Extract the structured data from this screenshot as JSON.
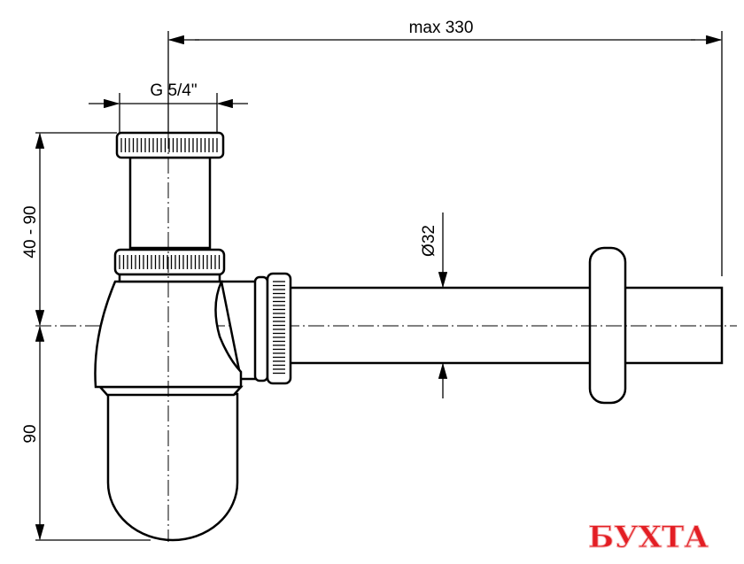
{
  "dimensions": {
    "max_length": "max 330",
    "thread": "G 5/4\"",
    "height_adjust": "40 - 90",
    "depth": "90",
    "pipe_diameter": "Ø32"
  },
  "watermark": "БУХТА",
  "colors": {
    "line": "#000000",
    "watermark": "#e31e24"
  }
}
